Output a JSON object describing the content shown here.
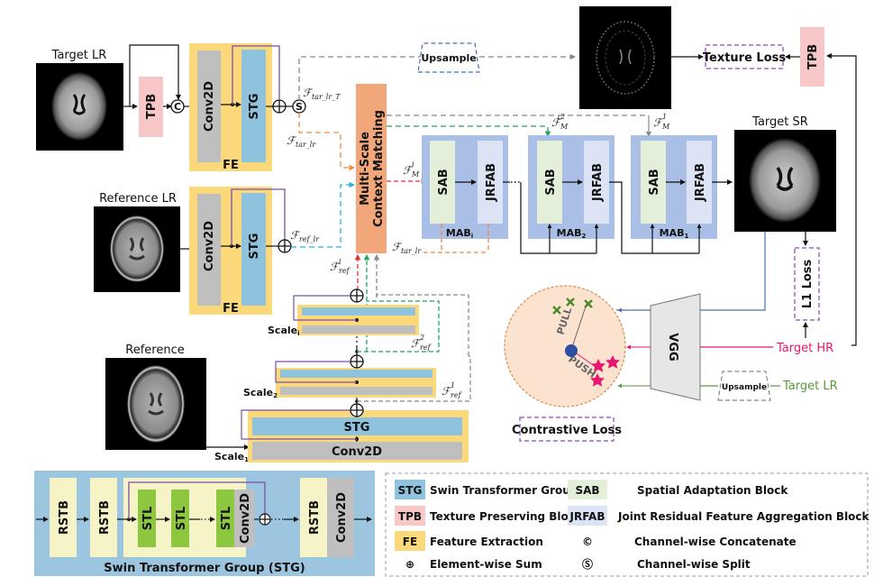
{
  "colors": {
    "fe_yellow": "#fbd97a",
    "conv_gray": "#bfbfbf",
    "stg_blue": "#8fc3dd",
    "tpb_pink": "#f8c8c8",
    "mscm_orange": "#f2a77a",
    "mab_blue": "#a9bfe6",
    "sab_green": "#e3efd8",
    "jrfab_lavender": "#dbe3f5",
    "stl_green": "#8dc63f",
    "rstb_cream": "#f6f3c6",
    "stg_panel": "#9cc6df",
    "contrastive_fill": "#fbe3cf",
    "pull_green": "#4a8a2a",
    "push_pink": "#e8176f",
    "anchor_blue": "#2d4fa0",
    "vgg_gray": "#e6e6e6",
    "loss_purple": "#9a6cc8"
  },
  "images": {
    "target_lr": "Target LR",
    "reference_lr": "Reference LR",
    "reference": "Reference",
    "target_sr": "Target SR"
  },
  "blocks": {
    "tpb": "TPB",
    "conv2d": "Conv2D",
    "stg": "STG",
    "fe": "FE",
    "mscm_line1": "Multi-Scale",
    "mscm_line2": "Context Matching",
    "sab": "SAB",
    "jrfab": "JRFAB",
    "mab_i": "MAB",
    "mab_i_sub": "i",
    "mab_2": "MAB",
    "mab_2_sub": "2",
    "mab_1": "MAB",
    "mab_1_sub": "1",
    "upsample": "Upsample",
    "texture_loss": "Texture Loss",
    "l1_loss": "L1 Loss",
    "vgg": "VGG",
    "contrastive_loss": "Contrastive Loss",
    "pull": "PULL",
    "push": "PUSH",
    "target_hr": "Target HR",
    "target_lr_in": "Target LR",
    "concat_symbol": "C",
    "split_symbol": "S"
  },
  "scales": {
    "scale_i": "Scale",
    "scale_i_sub": "i",
    "scale_2": "Scale",
    "scale_2_sub": "2",
    "scale_1": "Scale",
    "scale_1_sub": "1"
  },
  "math": {
    "F": "ℱ",
    "tar_lr_T": "tar_lr_T",
    "tar_lr": "tar_lr",
    "ref_lr": "ref_lr",
    "ref": "ref",
    "M": "M",
    "sup_i": "i",
    "sup_1": "1",
    "sup_2": "2"
  },
  "stg_panel": {
    "title": "Swin Transformer Group (STG)",
    "rstb": "RSTB",
    "stl": "STL",
    "conv2d": "Conv2D"
  },
  "legend": {
    "items": [
      {
        "key": "STG",
        "label": "Swin Transformer Group"
      },
      {
        "key": "SAB",
        "label": "Spatial Adaptation Block"
      },
      {
        "key": "TPB",
        "label": "Texture Preserving Block"
      },
      {
        "key": "JRFAB",
        "label": "Joint Residual Feature Aggregation Block"
      },
      {
        "key": "FE",
        "label": "Feature Extraction"
      },
      {
        "key": "©",
        "label": "Channel-wise Concatenate"
      },
      {
        "key": "⊕",
        "label": "Element-wise Sum"
      },
      {
        "key": "Ⓢ",
        "label": "Channel-wise Split"
      }
    ]
  }
}
